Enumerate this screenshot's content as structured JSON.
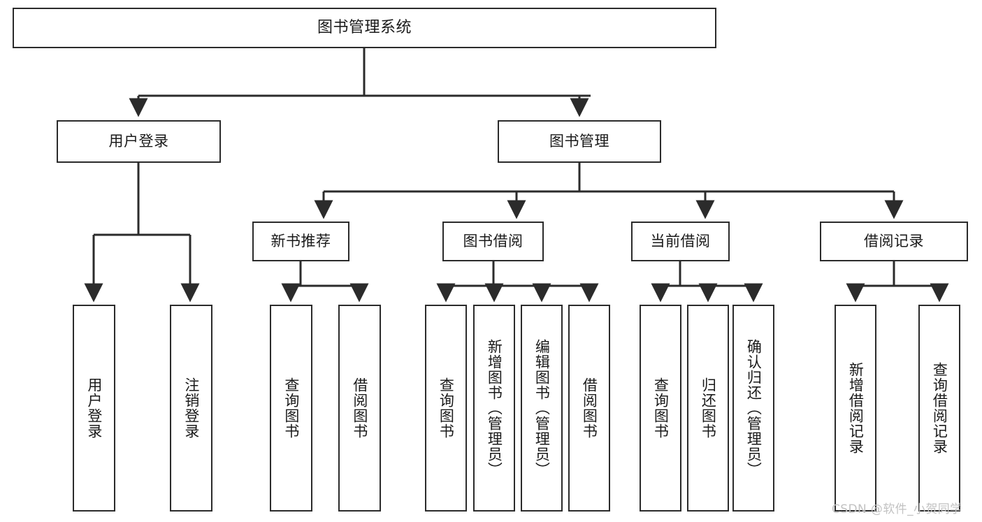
{
  "diagram": {
    "title": "图书管理系统",
    "root": {
      "label": "图书管理系统"
    },
    "level2": [
      {
        "label": "用户登录"
      },
      {
        "label": "图书管理"
      }
    ],
    "level3": [
      {
        "label": "新书推荐"
      },
      {
        "label": "图书借阅"
      },
      {
        "label": "当前借阅"
      },
      {
        "label": "借阅记录"
      }
    ],
    "leaves": {
      "user_login": [
        {
          "label": "用户登录"
        },
        {
          "label": "注销登录"
        }
      ],
      "new_book_recommend": [
        {
          "label": "查询图书"
        },
        {
          "label": "借阅图书"
        }
      ],
      "book_borrow": [
        {
          "label": "查询图书"
        },
        {
          "label": "新增图书（管理员）"
        },
        {
          "label": "编辑图书（管理员）"
        },
        {
          "label": "借阅图书"
        }
      ],
      "current_borrow": [
        {
          "label": "查询图书"
        },
        {
          "label": "归还图书"
        },
        {
          "label": "确认归还（管理员）"
        }
      ],
      "borrow_record": [
        {
          "label": "新增借阅记录"
        },
        {
          "label": "查询借阅记录"
        }
      ]
    }
  },
  "watermark": {
    "text": "CSDN @软件_小贺同学"
  },
  "colors": {
    "border": "#2b2b2b",
    "background": "#ffffff",
    "text": "#1a1a1a",
    "watermark": "#c2c2c2"
  }
}
